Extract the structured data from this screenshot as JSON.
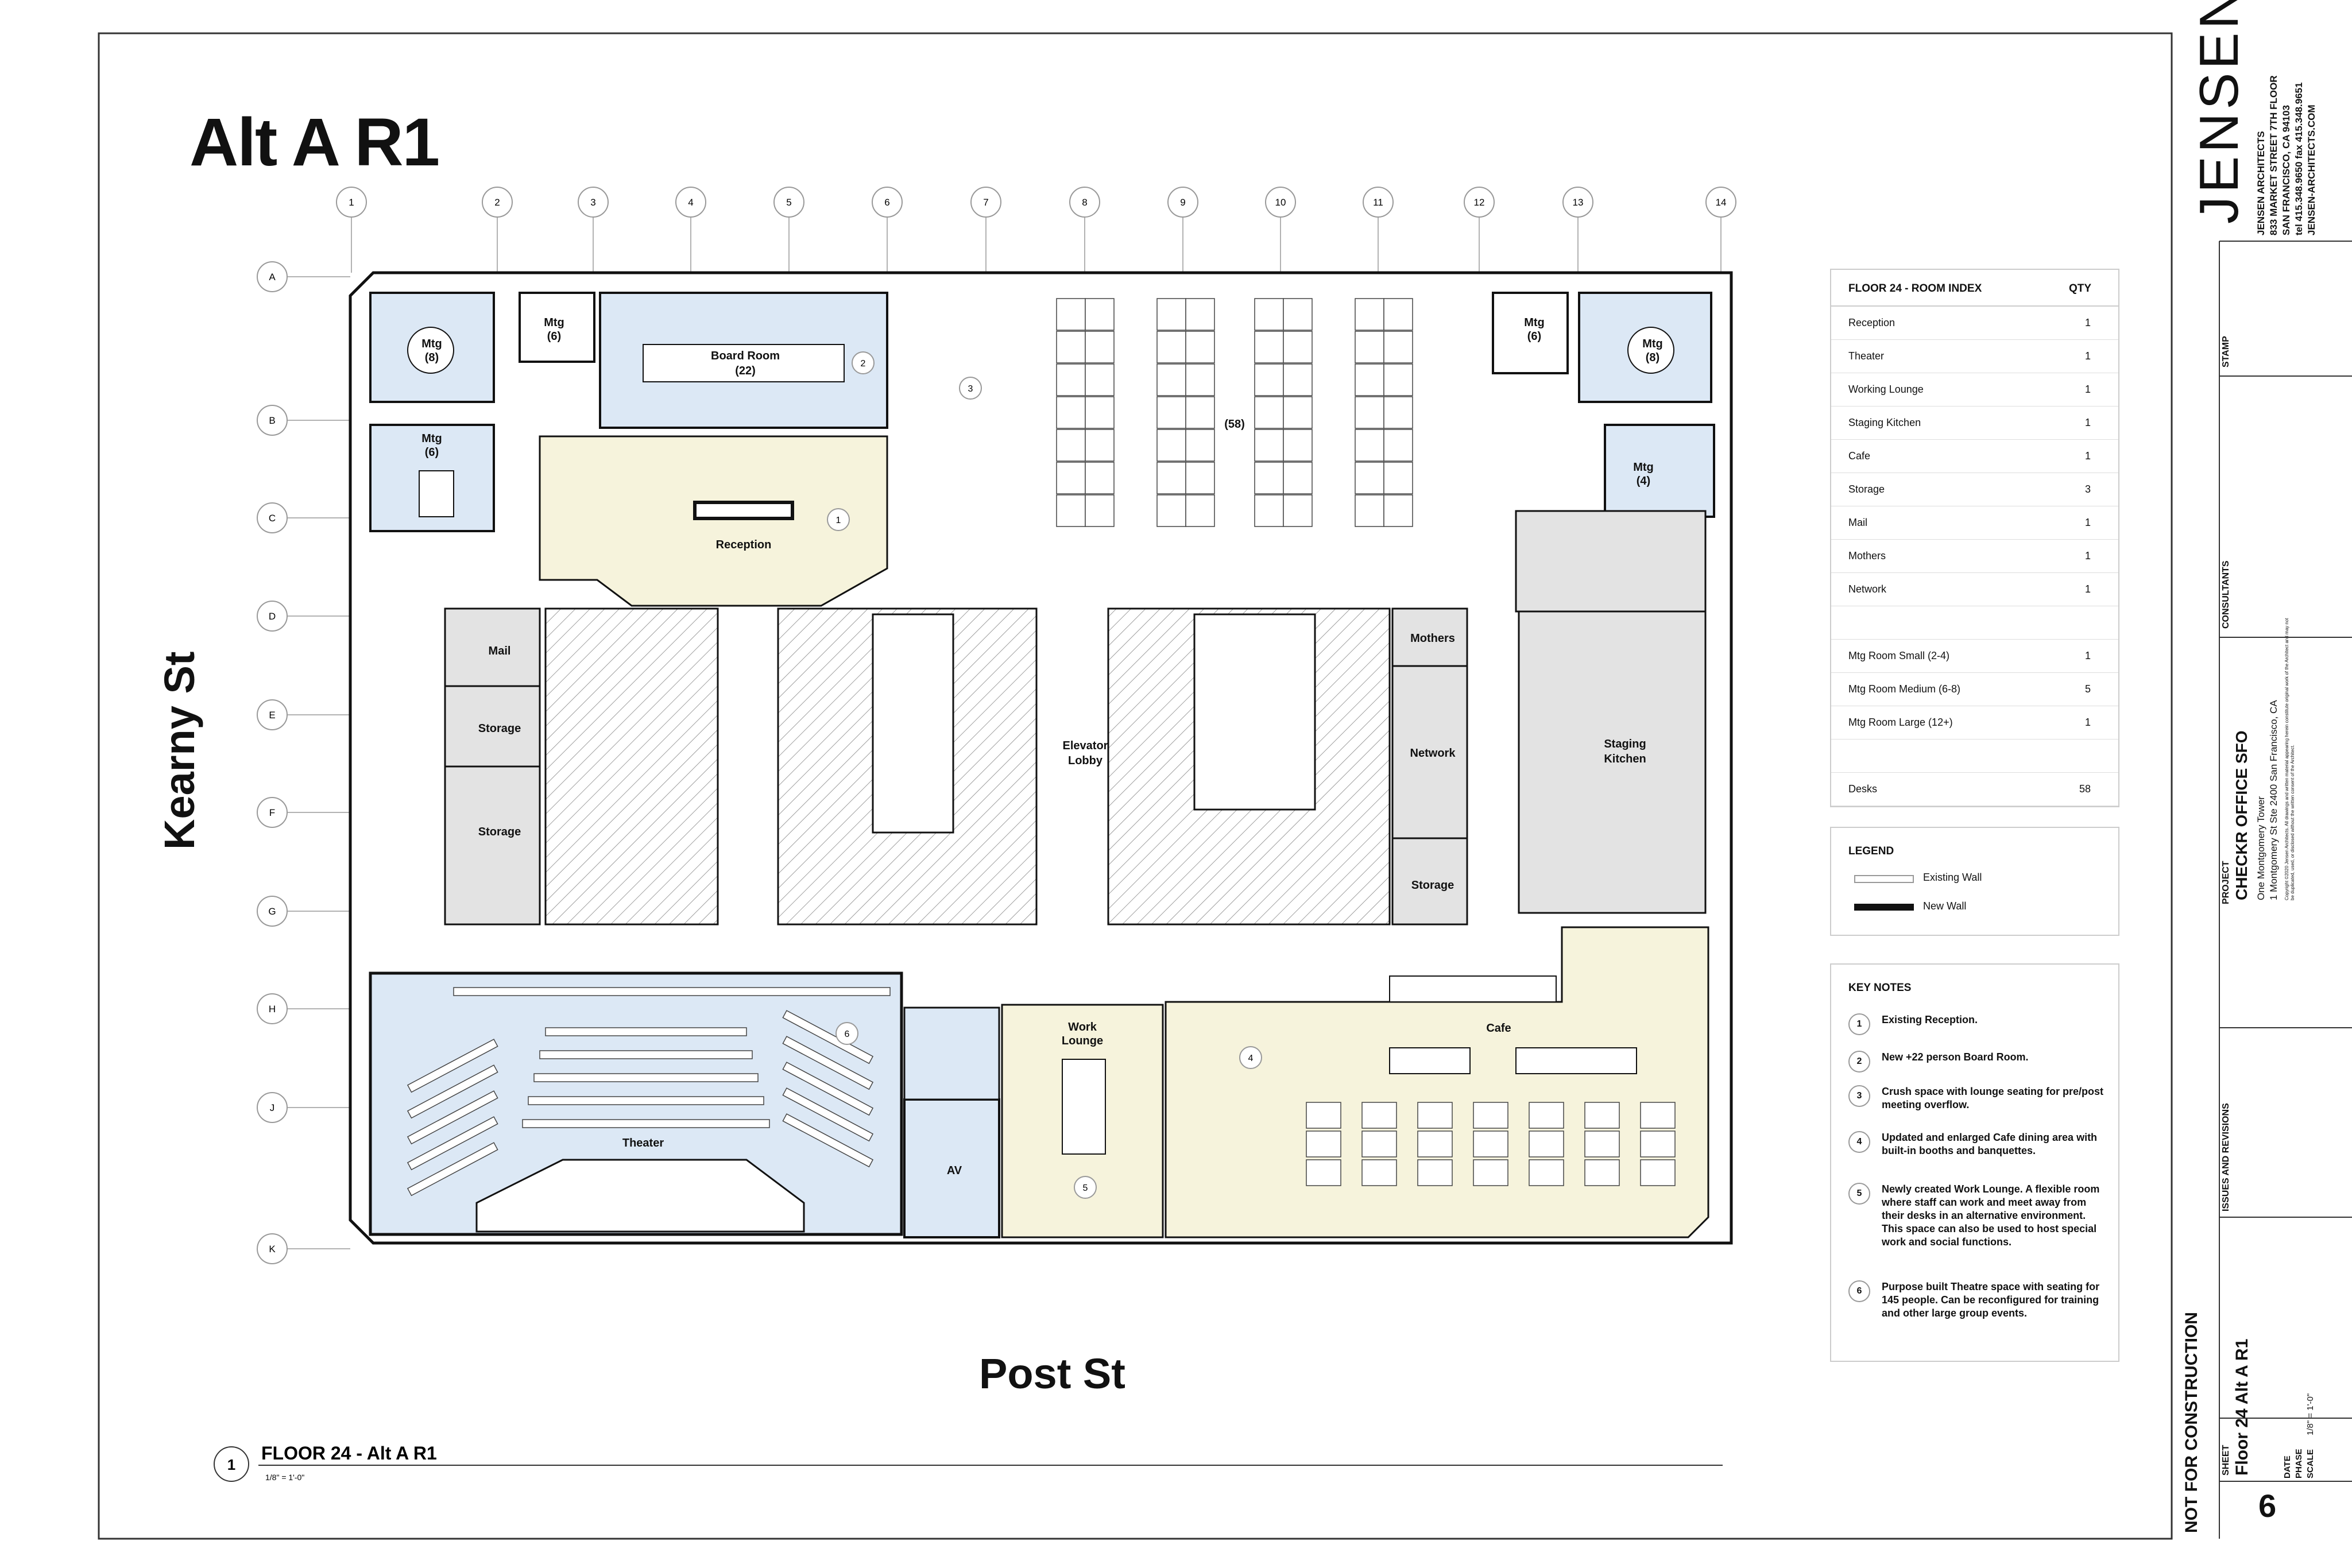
{
  "sheet_title": "Alt A R1",
  "streets": {
    "left": "Kearny St",
    "bottom": "Post St"
  },
  "grid": {
    "columns": [
      "1",
      "2",
      "3",
      "4",
      "5",
      "6",
      "7",
      "8",
      "9",
      "10",
      "11",
      "12",
      "13",
      "14"
    ],
    "rows": [
      "A",
      "B",
      "C",
      "D",
      "E",
      "F",
      "G",
      "H",
      "J",
      "K"
    ]
  },
  "rooms": {
    "mtg_tl": {
      "name": "Mtg",
      "qty": "(8)"
    },
    "mtg_tl2": {
      "name": "Mtg",
      "qty": "(6)"
    },
    "mtg_l": {
      "name": "Mtg",
      "qty": "(6)"
    },
    "board_room": {
      "name": "Board Room",
      "qty": "(22)"
    },
    "reception": "Reception",
    "open_desks": "(58)",
    "mtg_tr2": {
      "name": "Mtg",
      "qty": "(6)"
    },
    "mtg_tr": {
      "name": "Mtg",
      "qty": "(8)"
    },
    "mtg_r": {
      "name": "Mtg",
      "qty": "(4)"
    },
    "mail": "Mail",
    "storage1": "Storage",
    "storage2": "Storage",
    "elevator_lobby": "Elevator\nLobby",
    "mothers": "Mothers",
    "network": "Network",
    "storage3": "Storage",
    "staging_kitchen": "Staging\nKitchen",
    "theater": "Theater",
    "av": "AV",
    "work_lounge": "Work\nLounge",
    "cafe": "Cafe"
  },
  "room_tags": [
    "1",
    "2",
    "3",
    "4",
    "5",
    "6"
  ],
  "room_index": {
    "title": "FLOOR 24 - ROOM INDEX",
    "qty_header": "QTY",
    "rows": [
      {
        "name": "Reception",
        "qty": "1"
      },
      {
        "name": "Theater",
        "qty": "1"
      },
      {
        "name": "Working Lounge",
        "qty": "1"
      },
      {
        "name": "Staging Kitchen",
        "qty": "1"
      },
      {
        "name": "Cafe",
        "qty": "1"
      },
      {
        "name": "Storage",
        "qty": "3"
      },
      {
        "name": "Mail",
        "qty": "1"
      },
      {
        "name": "Mothers",
        "qty": "1"
      },
      {
        "name": "Network",
        "qty": "1"
      },
      {
        "name": "",
        "qty": ""
      },
      {
        "name": "Mtg Room Small (2-4)",
        "qty": "1"
      },
      {
        "name": "Mtg Room Medium (6-8)",
        "qty": "5"
      },
      {
        "name": "Mtg Room Large (12+)",
        "qty": "1"
      },
      {
        "name": "",
        "qty": ""
      },
      {
        "name": "Desks",
        "qty": "58"
      }
    ]
  },
  "legend": {
    "title": "LEGEND",
    "existing": "Existing Wall",
    "new": "New Wall"
  },
  "key_notes": {
    "title": "KEY NOTES",
    "items": [
      {
        "num": "1",
        "text": "Existing Reception."
      },
      {
        "num": "2",
        "text": "New +22 person Board Room."
      },
      {
        "num": "3",
        "text": "Crush space with lounge seating for pre/post meeting overflow."
      },
      {
        "num": "4",
        "text": "Updated and enlarged Cafe dining area with built-in booths and banquettes."
      },
      {
        "num": "5",
        "text": "Newly created Work Lounge. A flexible room where staff can work and meet away from their desks in an alternative environment. This space can also be used to host special work and social functions."
      },
      {
        "num": "6",
        "text": "Purpose built Theatre space with seating for 145 people. Can be reconfigured for training and other large group events."
      }
    ]
  },
  "drawing_caption": {
    "num": "1",
    "title": "FLOOR 24 - Alt A R1",
    "scale": "1/8\" = 1'-0\""
  },
  "title_block": {
    "logo": "JENSEN",
    "firm": "JENSEN ARCHITECTS",
    "address1": "833 MARKET STREET 7TH FLOOR",
    "address2": "SAN FRANCISCO, CA 94103",
    "phone": "tel 415.348.9650  fax 415.348.9651",
    "web": "JENSEN-ARCHITECTS.COM",
    "stamp_label": "STAMP",
    "consultants_label": "CONSULTANTS",
    "project_label": "PROJECT",
    "project_name": "CHECKR OFFICE SFO",
    "project_bldg": "One Montgomery Tower",
    "project_addr": "1 Montgomery St Ste 2400 San Francisco, CA",
    "copyright": "Copyright ©2020 Jensen Architects. All drawings and written material appearing herein constitute original work of the Architect and may not be duplicated, used, or disclosed without the written consent of the Architect.",
    "issues_label": "ISSUES AND REVISIONS",
    "sheet_label": "SHEET",
    "sheet_title": "Floor 24 Alt A R1",
    "date_label": "DATE",
    "phase_label": "PHASE",
    "scale_label": "SCALE",
    "scale_value": "1/8\" = 1'-0\"",
    "not_for_construction": "NOT FOR CONSTRUCTION",
    "sheet_number": "6"
  },
  "colors": {
    "blue": "#dce8f5",
    "cream": "#f6f3dc",
    "gray": "#e3e3e3",
    "wall": "#111111"
  }
}
